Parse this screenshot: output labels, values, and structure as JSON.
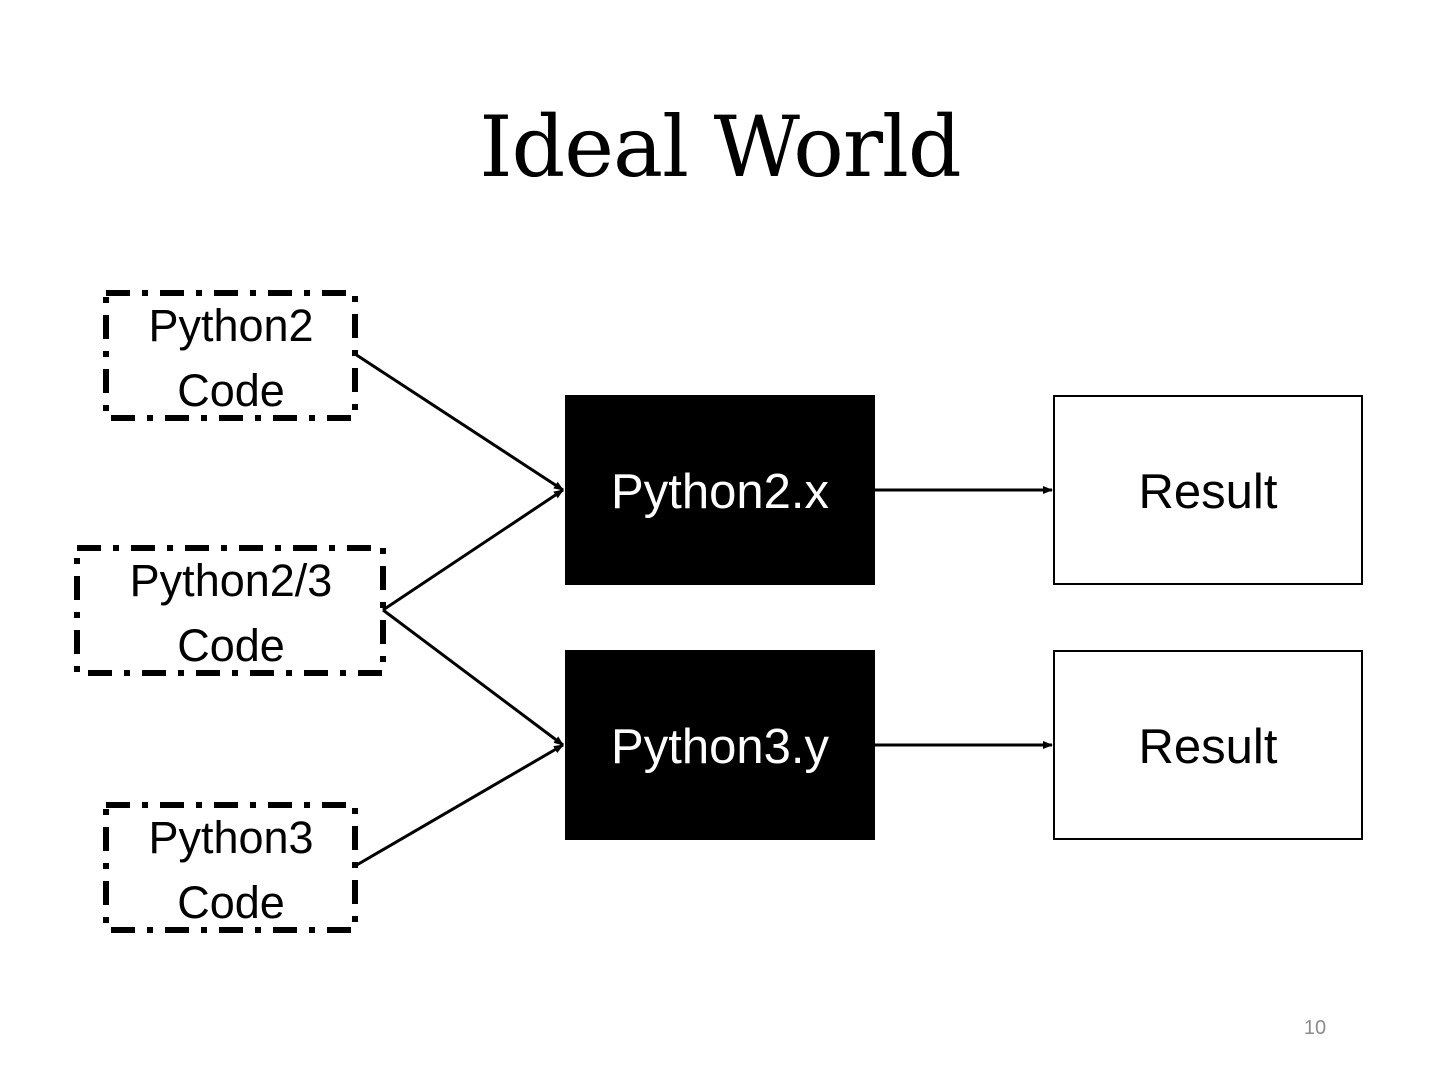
{
  "title": "Ideal World",
  "sources": [
    {
      "line1": "Python2",
      "line2": "Code"
    },
    {
      "line1": "Python2/3",
      "line2": "Code"
    },
    {
      "line1": "Python3",
      "line2": "Code"
    }
  ],
  "interpreters": [
    {
      "label": "Python2.x"
    },
    {
      "label": "Python3.y"
    }
  ],
  "results": [
    {
      "label": "Result"
    },
    {
      "label": "Result"
    }
  ],
  "page_number": "10",
  "colors": {
    "interpreter_fill": "#000000",
    "interpreter_text": "#ffffff",
    "result_border": "#000000",
    "page_number": "#8c8c8c"
  }
}
